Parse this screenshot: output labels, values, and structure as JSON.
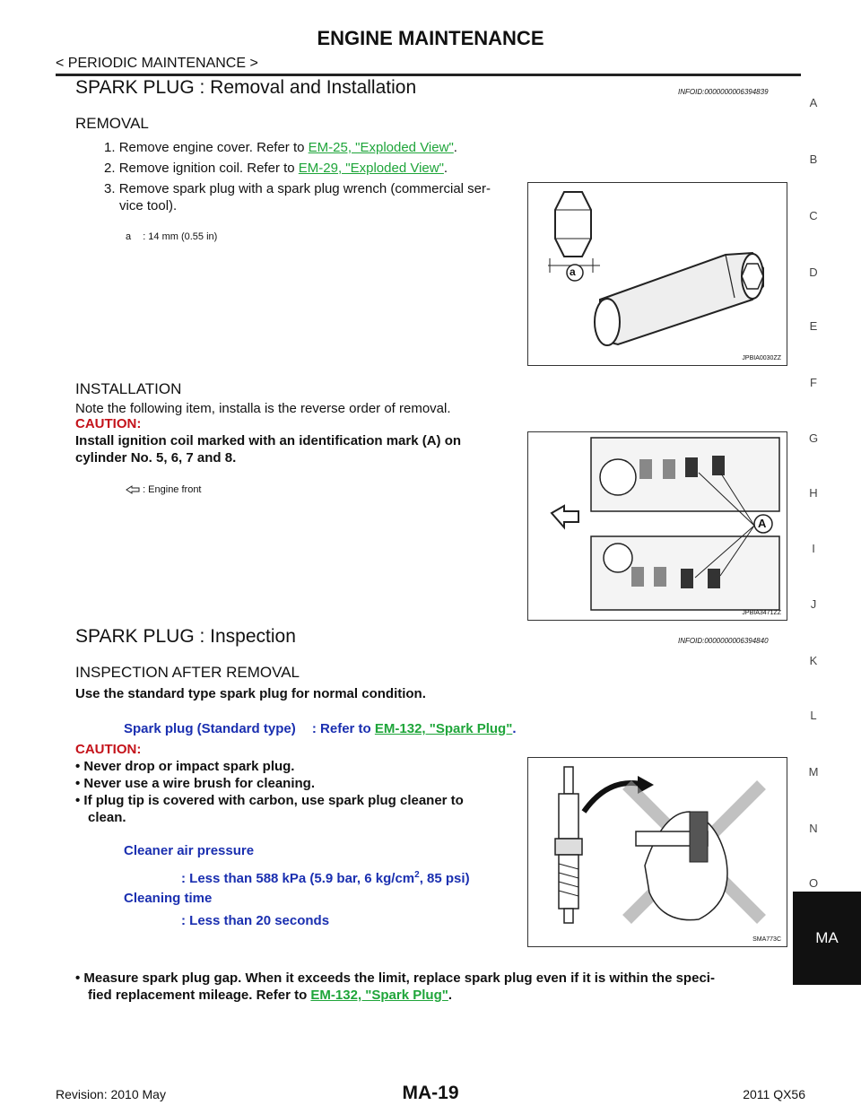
{
  "header": {
    "title": "ENGINE MAINTENANCE",
    "breadcrumb": "< PERIODIC MAINTENANCE >"
  },
  "section1": {
    "title": "SPARK PLUG : Removal and Installation",
    "infoid": "INFOID:0000000006394839",
    "removal_heading": "REMOVAL",
    "steps": [
      {
        "num": "1.",
        "text": "Remove engine cover. Refer to ",
        "link": "EM-25, \"Exploded View\"",
        "end": "."
      },
      {
        "num": "2.",
        "text": "Remove ignition coil. Refer to ",
        "link": "EM-29, \"Exploded View\"",
        "end": "."
      },
      {
        "num": "3.",
        "text": "Remove spark plug with a spark plug wrench (commercial ser-",
        "text2": "vice tool)."
      }
    ],
    "legend_a_key": "a",
    "legend_a_val": ": 14 mm (0.55 in)",
    "fig1_label": "JPBIA0030ZZ",
    "fig1_callout": "a",
    "installation_heading": "INSTALLATION",
    "install_note": "Note the following item, installa is the reverse order of removal.",
    "caution_label": "CAUTION:",
    "caution_line1": "Install ignition coil marked with an identification mark (A) on",
    "caution_line2": "cylinder No. 5, 6, 7 and 8.",
    "legend_front": ": Engine front",
    "fig2_label": "JPBIA3471ZZ",
    "fig2_callout": "A"
  },
  "section2": {
    "title": "SPARK PLUG : Inspection",
    "infoid": "INFOID:0000000006394840",
    "subheading": "INSPECTION AFTER REMOVAL",
    "standard_note": "Use the standard type spark plug for normal condition.",
    "spec_label": "Spark plug (Standard type)",
    "spec_refer": ": Refer to ",
    "spec_link": "EM-132, \"Spark Plug\"",
    "spec_end": ".",
    "caution_label": "CAUTION:",
    "bullets": [
      "Never drop or impact spark plug.",
      "Never use a wire brush for cleaning.",
      "If plug tip is covered with carbon, use spark plug cleaner to"
    ],
    "bullet3_cont": "clean.",
    "cleaner_label": "Cleaner air pressure",
    "cleaner_value_a": ": Less than 588 kPa (5.9 bar, 6 kg/cm",
    "cleaner_sup": "2",
    "cleaner_value_b": ", 85 psi)",
    "cleaning_time_label": "Cleaning time",
    "cleaning_time_value": ": Less than 20 seconds",
    "fig3_label": "SMA773C",
    "measure_line1": "Measure spark plug gap. When it exceeds the limit, replace spark plug even if it is within the speci-",
    "measure_line2": "fied replacement mileage. Refer to ",
    "measure_link": "EM-132, \"Spark Plug\"",
    "measure_end": "."
  },
  "sidebar": {
    "letters": [
      "A",
      "B",
      "C",
      "D",
      "E",
      "F",
      "G",
      "H",
      "I",
      "J",
      "K",
      "L",
      "M",
      "N",
      "O"
    ],
    "tab": "MA"
  },
  "footer": {
    "page": "MA-19",
    "revision": "Revision: 2010 May",
    "model": "2011 QX56"
  }
}
